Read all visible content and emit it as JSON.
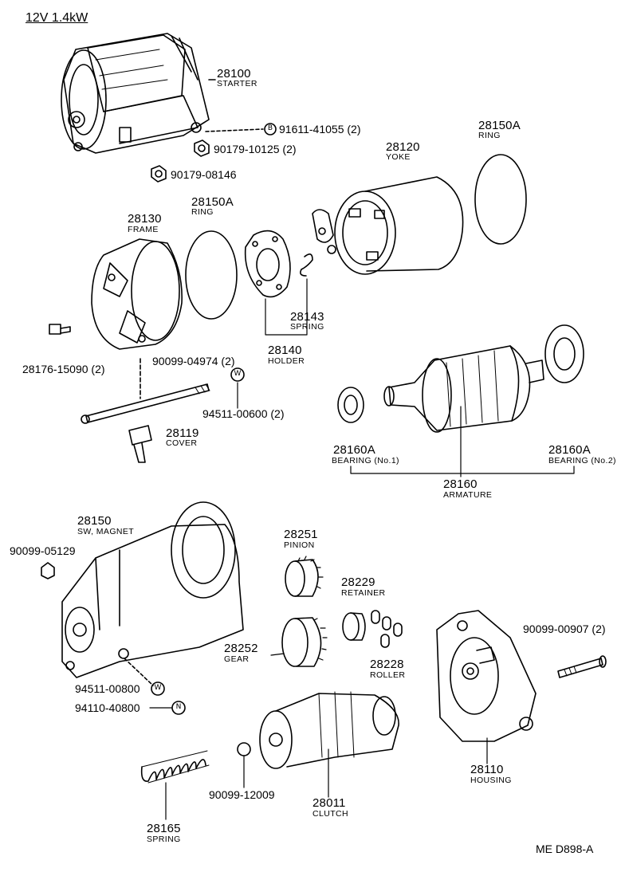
{
  "title": "12V 1.4kW",
  "diagram_code": "ME D898-A",
  "parts": {
    "starter": {
      "num": "28100",
      "name": "STARTER"
    },
    "bolt_91611": {
      "num": "91611-41055 (2)",
      "symbol": "B"
    },
    "nut_90179_10125": {
      "num": "90179-10125 (2)"
    },
    "nut_90179_08146": {
      "num": "90179-08146"
    },
    "ring_top": {
      "num": "28150A",
      "name": "RING"
    },
    "yoke": {
      "num": "28120",
      "name": "YOKE"
    },
    "frame": {
      "num": "28130",
      "name": "FRAME"
    },
    "ring_mid": {
      "num": "28150A",
      "name": "RING"
    },
    "spring_28143": {
      "num": "28143",
      "name": "SPRING"
    },
    "holder": {
      "num": "28140",
      "name": "HOLDER"
    },
    "plug_28176": {
      "num": "28176-15090 (2)"
    },
    "bolt_90099_04974": {
      "num": "90099-04974 (2)"
    },
    "washer_94511_00600": {
      "num": "94511-00600 (2)",
      "symbol": "W"
    },
    "cover": {
      "num": "28119",
      "name": "COVER"
    },
    "bearing_1": {
      "num": "28160A",
      "name": "BEARING (No.1)"
    },
    "bearing_2": {
      "num": "28160A",
      "name": "BEARING (No.2)"
    },
    "armature": {
      "num": "28160",
      "name": "ARMATURE"
    },
    "magnet_sw": {
      "num": "28150",
      "name": "SW, MAGNET"
    },
    "nut_90099_05129": {
      "num": "90099-05129"
    },
    "pinion": {
      "num": "28251",
      "name": "PINION"
    },
    "retainer": {
      "num": "28229",
      "name": "RETAINER"
    },
    "gear": {
      "num": "28252",
      "name": "GEAR"
    },
    "roller": {
      "num": "28228",
      "name": "ROLLER"
    },
    "bolt_90099_00907": {
      "num": "90099-00907 (2)"
    },
    "washer_94511_00800": {
      "num": "94511-00800",
      "symbol": "W"
    },
    "nut_94110_40800": {
      "num": "94110-40800",
      "symbol": "N"
    },
    "ball_90099_12009": {
      "num": "90099-12009"
    },
    "housing": {
      "num": "28110",
      "name": "HOUSING"
    },
    "spring_28165": {
      "num": "28165",
      "name": "SPRING"
    },
    "clutch": {
      "num": "28011",
      "name": "CLUTCH"
    }
  }
}
